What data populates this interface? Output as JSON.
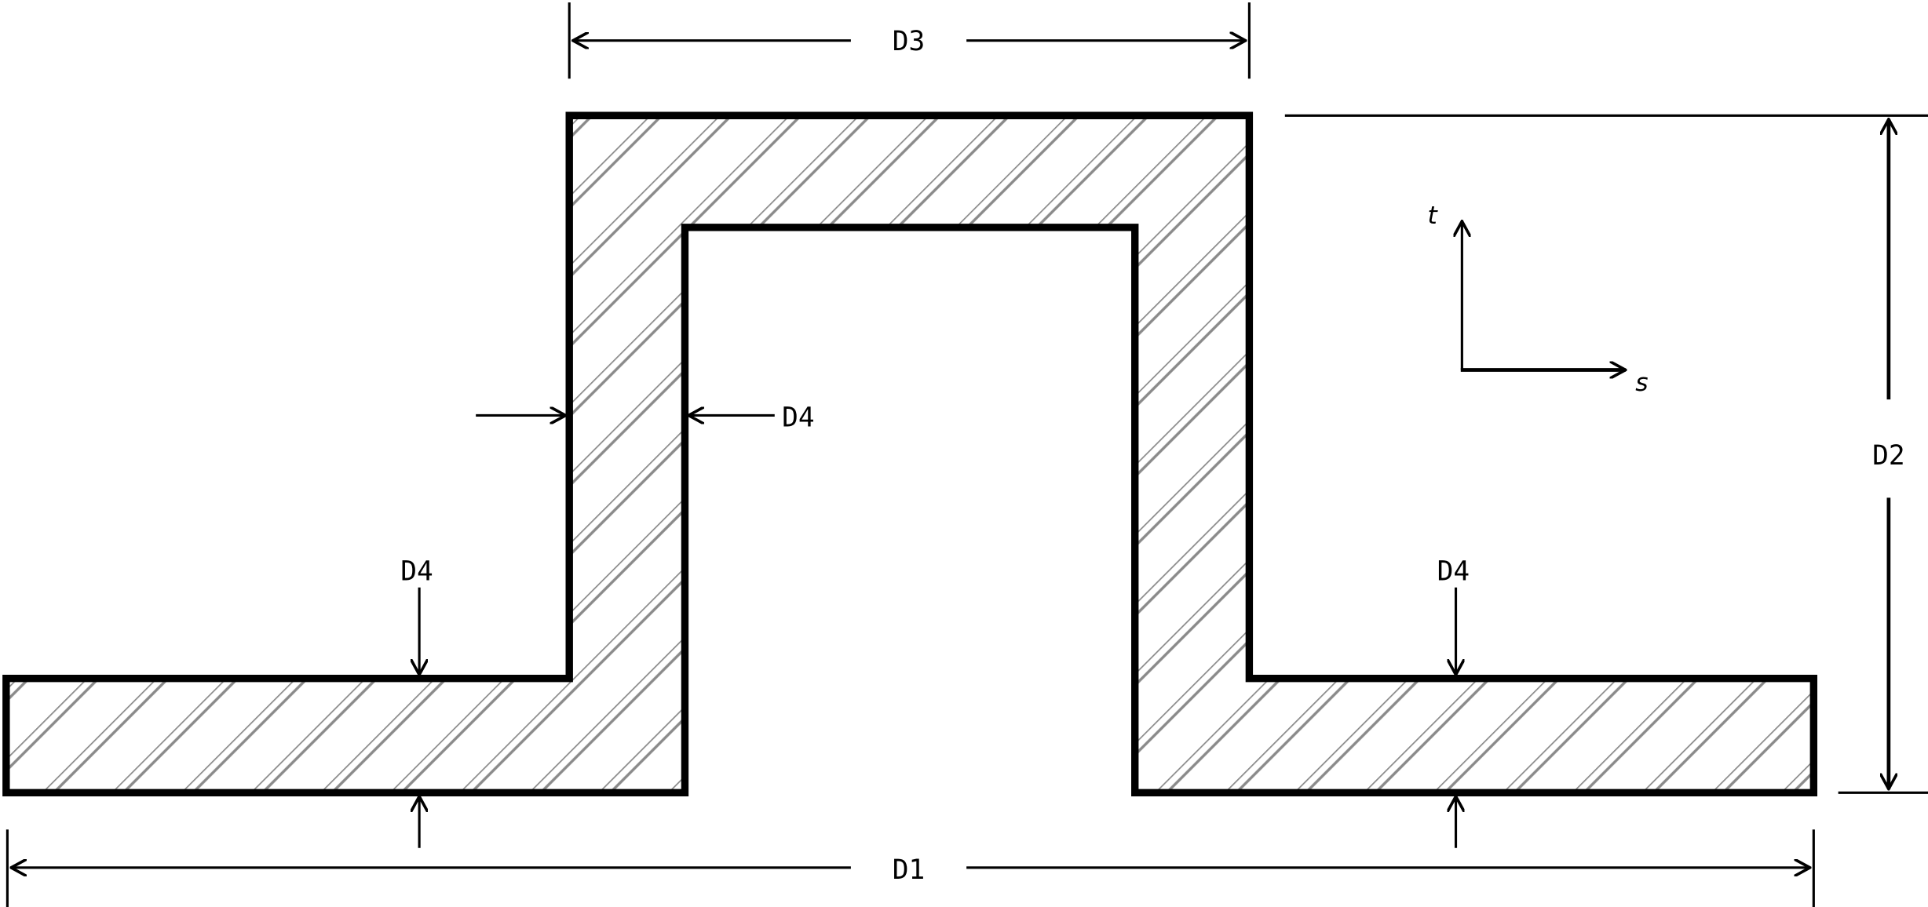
{
  "diagram": {
    "title": "Hat section cross-section with dimensions",
    "dimensions": {
      "d1": "D1",
      "d2": "D2",
      "d3": "D3",
      "d4_web": "D4",
      "d4_left_flange": "D4",
      "d4_right_flange": "D4"
    },
    "axes": {
      "t": "t",
      "s": "s"
    },
    "colors": {
      "outline": "#000000",
      "hatch": "#8a8a8a",
      "background": "#ffffff"
    }
  }
}
